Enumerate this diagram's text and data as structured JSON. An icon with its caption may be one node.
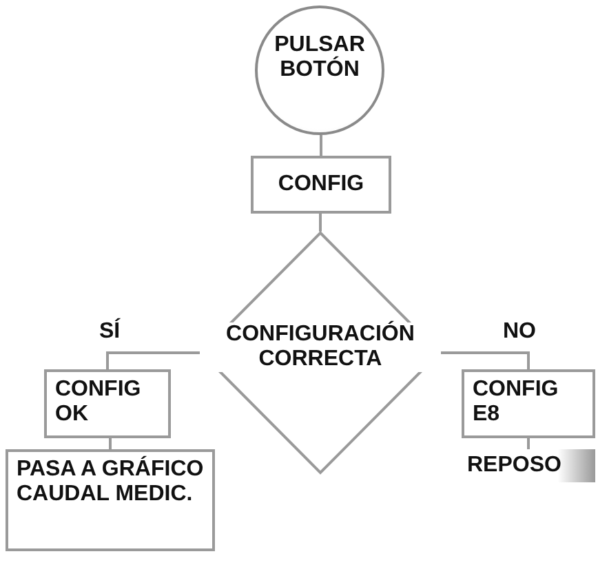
{
  "diagram": {
    "nodes": [
      {
        "text": [
          "PULSAR BOTÓN"
        ]
      },
      {
        "text": [
          "CONFIG"
        ]
      },
      {
        "text": [
          "CONFIGURACIÓN CORRECTA"
        ]
      },
      {
        "text": [
          "CONFIG OK"
        ]
      },
      {
        "text": [
          "PASA A GRÁFICO CAUDAL MEDIC."
        ]
      },
      {
        "text": [
          "CONFIG E8"
        ]
      },
      {
        "text": [
          "REPOSO"
        ]
      }
    ],
    "edges": [
      {
        "from": 0,
        "to": 1,
        "arrow": "none"
      },
      {
        "from": 1,
        "to": 2,
        "arrow": "none"
      },
      {
        "from": 2,
        "to": 3,
        "arrow": "none",
        "label": "SÍ"
      },
      {
        "from": 2,
        "to": 5,
        "arrow": "none",
        "label": "NO"
      },
      {
        "from": 3,
        "to": 4,
        "arrow": "none"
      },
      {
        "from": 5,
        "to": 6,
        "arrow": "none"
      }
    ]
  }
}
